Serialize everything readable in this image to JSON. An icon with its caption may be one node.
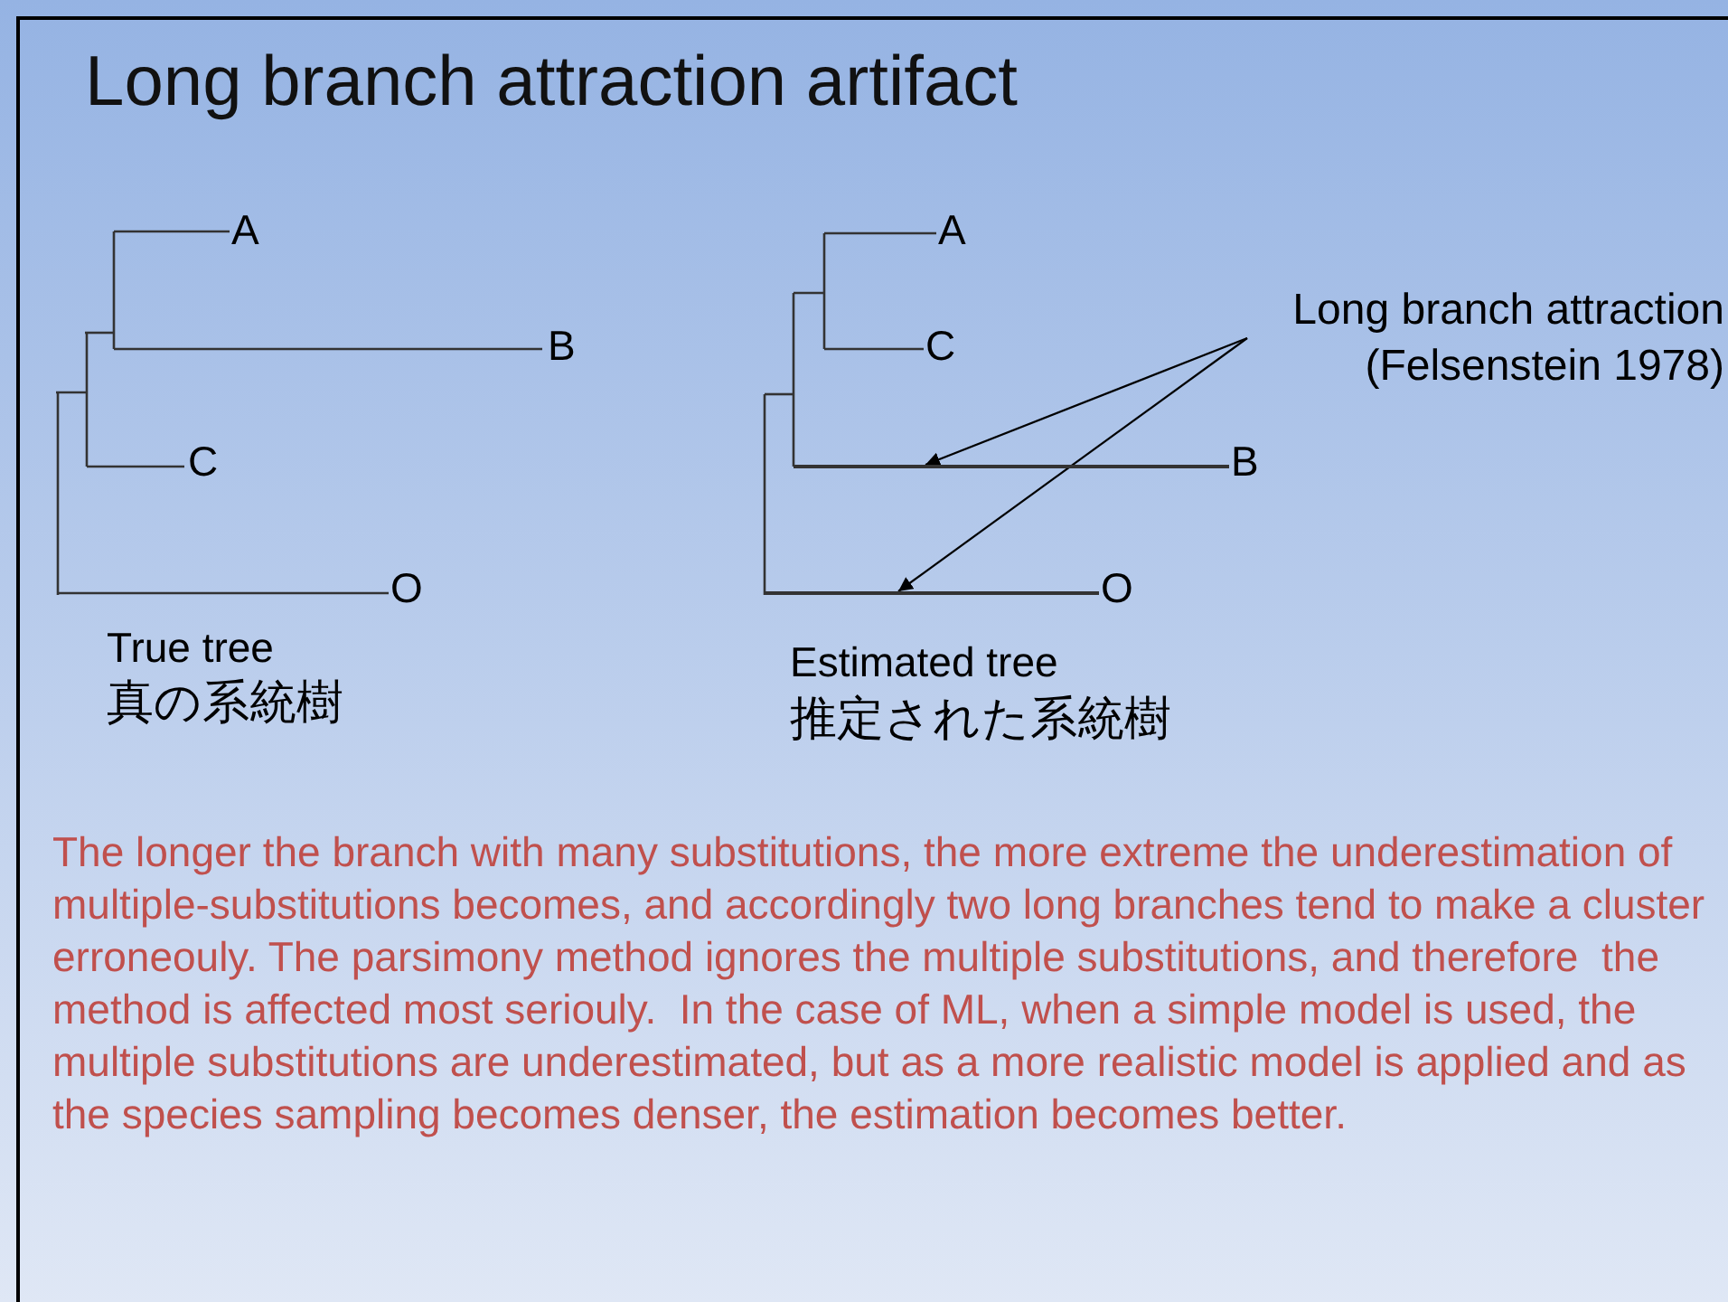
{
  "diagram": {
    "title": "Long branch attraction artifact",
    "nodes": [
      {
        "text": [
          "Long branch attraction (Felsenstein 1978)"
        ]
      },
      {
        "text": [],
        "shape": "bar"
      },
      {
        "text": [],
        "shape": "bar"
      }
    ],
    "edges": [
      {
        "from": 0,
        "to": 1,
        "arrow": "to"
      },
      {
        "from": 0,
        "to": 2,
        "arrow": "to"
      }
    ],
    "labels": [
      "A",
      "B",
      "C",
      "O",
      "True tree",
      "真の系統樹",
      "A",
      "C",
      "B",
      "O",
      "Estimated tree",
      "推定された系統樹",
      "The longer the branch with many substitutions, the more extreme the underestimation of multiple-substitutions becomes, and accordingly two long branches tend to make a cluster erroneouly. The parsimony method ignores the multiple substitutions, and therefore  the method is affected most seriouly.  In the case of ML, when a simple model is used, the multiple substitutions are underestimated, but as a more realistic model is applied and as the species sampling becomes denser, the estimation becomes better."
    ]
  }
}
